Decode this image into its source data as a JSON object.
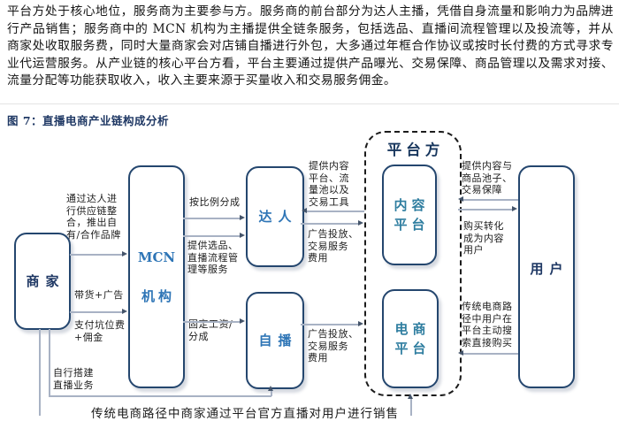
{
  "document": {
    "paragraph": "平台方处于核心地位，服务商为主要参与方。服务商的前台部分为达人主播，凭借自身流量和影响力为品牌进行产品销售；服务商中的 MCN 机构为主播提供全链条服务，包括选品、直播间流程管理以及投流等，并从商家处收取服务费，同时大量商家会对店铺自播进行外包，大多通过年框合作协议或按时长付费的方式寻求专业代运营服务。从产业链的核心平台方看，平台主要通过提供产品曝光、交易保障、商品管理以及需求对接、流量分配等功能获取收入，收入主要来源于买量收入和交易服务佣金。",
    "figure_caption": "图 7：直播电商产业链构成分析"
  },
  "diagram": {
    "group_label": "平台方",
    "nodes": {
      "merchant": "商家",
      "mcn_en": "MCN",
      "mcn_cn": "机构",
      "talent": "达人",
      "self_broadcast": "自播",
      "content_platform": "内容\n平台",
      "ecommerce_platform": "电商\n平台",
      "user": "用户"
    },
    "edges": {
      "supply_chain": "通过达人进\n行供应链整\n合，推出自\n有/合作品牌",
      "bring_goods": "带货+广告",
      "slot_fee": "支付坑位费\n+佣金",
      "self_build": "自行搭建\n直播业务",
      "ratio_share": "按比例分成",
      "provide_selection": "提供选品、\n直播流程管\n理等服务",
      "fixed_salary": "固定工资/\n分成",
      "provide_content_tools": "提供内容\n平台、流\n量池以及\n交易工具",
      "ad_fee_talent": "广告投放、\n交易服务\n费用",
      "ad_fee_self": "广告投放、\n交易服务\n费用",
      "provide_pool": "提供内容与\n商品池子、\n交易保障",
      "purchase_convert": "购买转化\n成为内容\n用户",
      "traditional_search": "传统电商路\n径中用户在\n平台主动搜\n索直接购买",
      "bottom_note": "传统电商路径中商家通过平台官方直播对用户进行销售"
    },
    "colors": {
      "navy": "#1f3864",
      "blue": "#2e75b6",
      "teal": "#2f7ea0",
      "connector": "#a8b2c4"
    }
  }
}
